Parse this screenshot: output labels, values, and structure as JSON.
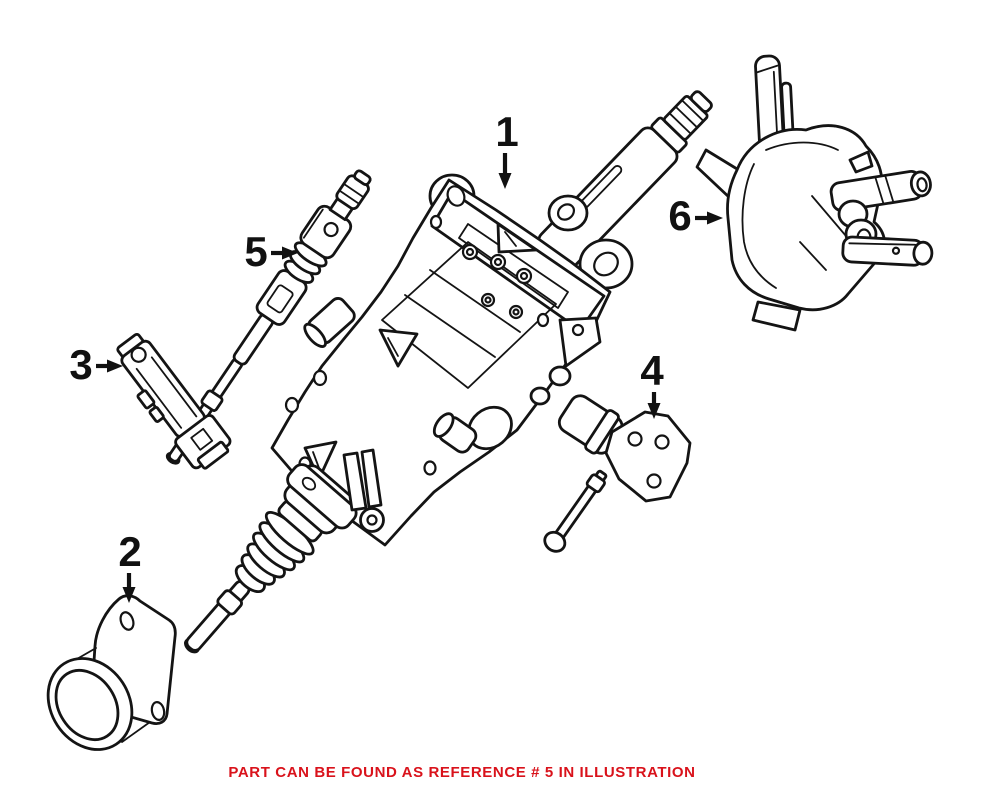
{
  "page": {
    "background_color": "#ffffff",
    "illustration": {
      "type": "exploded-parts-diagram",
      "line_color": "#141414",
      "callout_color": "#111111",
      "callouts": [
        {
          "label": "1"
        },
        {
          "label": "2"
        },
        {
          "label": "3"
        },
        {
          "label": "4"
        },
        {
          "label": "5"
        },
        {
          "label": "6"
        }
      ]
    },
    "caption": {
      "text": "PART CAN BE FOUND AS REFERENCE # 5 IN ILLUSTRATION",
      "referenced_number": "5",
      "color": "#d9121b"
    }
  }
}
